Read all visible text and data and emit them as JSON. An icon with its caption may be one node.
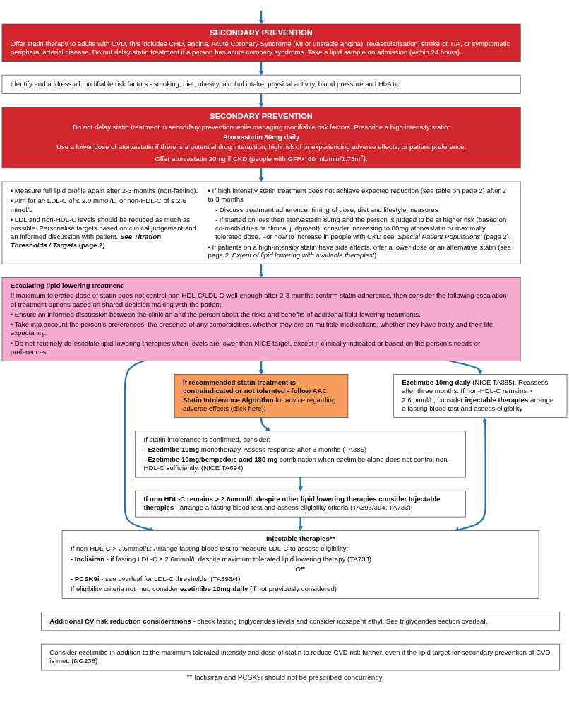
{
  "diagram": {
    "nodes": [
      {
        "text": [
          "SECONDARY PREVENTION",
          "Offer statin therapy to adults with CVD, this includes CHD, angina, Acute Coronary Syndrome (MI or unstable angina), revascularisation, stroke or TIA, or symptomatic peripheral arterial disease. Do not delay statin treatment if a person has acute coronary syndrome. Take a lipid sample on admission (within 24 hours)."
        ]
      },
      {
        "text": [
          "Identify and address all modifiable risk factors - smoking, diet, obesity, alcohol intake, physical activity, blood pressure and HbA1c."
        ]
      },
      {
        "text": [
          "SECONDARY PREVENTION",
          "Do not delay statin treatment in secondary prevention while managing modifiable risk factors. Prescribe a high intensity statin:",
          "Atorvastatin 80mg daily",
          "Use a lower dose of atorvastatin if there is a potential drug interaction, high risk of or experiencing adverse effects, or patient preference.",
          "Offer atorvastatin 20mg if CKD (people with GFR< 60 mL/min/1.73m$^{2}$)."
        ]
      },
      {
        "text": [
          "• Measure full lipid profile again after 2-3 months (non-fasting).",
          "• Aim for an LDL-C of ≤ 2.0 mmol/L, or non-HDL-C of ≤ 2.6 mmol/L",
          "• LDL and non-HDL-C levels should be reduced as much as possible. Personalise targets based on clinical judgement and an informed discussion with patient. ***See Titration Thresholds / Targets* (page 2)**",
          "• If high intensity statin treatment does not achieve expected reduction (see table on page 2) after 2 to 3 months",
          "- Discuss treatment adherence, timing of dose, diet and lifestyle measures",
          "- If started on less than atorvastatin 80mg and the person is judged to be at higher risk (based on co-morbidities or clinical judgment), consider increasing to 80mg atorvastatin or maximally tolerated dose. For how to increase in people with CKD see *‘Special Patient Populations’* (page 2).",
          "• If patients on a high-intensity statin have side effects, offer a lower dose or an alternative statin (see page 2 *‘Extent of lipid lowering with available therapies’*)"
        ]
      },
      {
        "text": [
          "Escalating lipid lowering treatment",
          "If maximum tolerated dose of statin does not control non-HDL-C/LDL-C well enough after 2-3 months confirm statin adherence, then consider the following escalation of treatment options based on shared decision making with the patient.",
          "• Ensure an informed discussion between the clinician and the person about the risks and benefits of additional lipid-lowering treatments.",
          "• Take into account the person’s preferences, the presence of any comorbidities, whether they are on multiple medications, whether they have frailty and their life expectancy.",
          "• Do not routinely de-escalate lipid lowering therapies when levels are lower than NICE target, except if clinically indicated or based on the person’s needs or preferences"
        ]
      },
      {
        "text": [
          "**If recommended statin treatment is contraindicated or not tolerated - follow AAC Statin Intolerance Algorithm** for advice regarding adverse effects (click here)."
        ]
      },
      {
        "text": [
          "**Ezetimibe 10mg daily** (NICE TA385). Reassess after three months. If non-HDL-C remains > 2.6mmol/L; consider **injectable therapies** arrange a fasting blood test and assess eligibility"
        ]
      },
      {
        "text": [
          "Injectable therapies**",
          "If non-HDL-C > 2.6mmol/L; Arrange fasting blood test to measure LDL-C to assess eligibility:",
          "**- Inclisiran** - if fasting LDL-C ≥ 2.6mmol/L despite maximum tolerated lipid lowering therapy (TA733)",
          "OR",
          "**- PCSK9i** - see overleaf for LDL-C thresholds. (TA393/4)",
          "If eligibility criteria not met, consider **ezetimibe 10mg daily** (if not previously considered)"
        ]
      },
      {
        "text": [
          "If statin intolerance is confirmed, consider:",
          "**- Ezetimibe 10mg** monotherapy. Assess response after 3 months (TA385)",
          "**- Ezetimibe 10mg/bempedoic acid 180 mg** combination when ezetimibe alone does not control non-HDL-C sufficiently. (NICE TA694)"
        ]
      },
      {
        "text": [
          "**If non HDL-C remains > 2.6mmol/L despite other lipid lowering therapies consider Injectable therapies** - arrange a fasting blood test and assess eligibility criteria (TA393/394, TA733)"
        ]
      },
      {
        "text": [
          "**Additional CV risk reduction considerations** - check fasting triglycerides levels and consider icosapent ethyl. See triglycerides section overleaf."
        ]
      },
      {
        "text": [
          "Consider ezetimibe in addition to the maximum tolerated intensity and dose of statin to reduce CVD risk further, even if the lipid target for secondary prevention of CVD is met. (NG238)"
        ]
      }
    ],
    "edges": [
      {
        "from": null,
        "to": 0,
        "arrow": "to"
      },
      {
        "from": 0,
        "to": 1,
        "arrow": "to"
      },
      {
        "from": 1,
        "to": 2,
        "arrow": "to"
      },
      {
        "from": 2,
        "to": 3,
        "arrow": "to"
      },
      {
        "from": 3,
        "to": 4,
        "arrow": "to"
      },
      {
        "from": 4,
        "to": 5,
        "arrow": "to"
      },
      {
        "from": 4,
        "to": 6,
        "arrow": "to"
      },
      {
        "from": 4,
        "to": 7,
        "arrow": "to"
      },
      {
        "from": 5,
        "to": 8,
        "arrow": "to"
      },
      {
        "from": 8,
        "to": 9,
        "arrow": "to"
      },
      {
        "from": 9,
        "to": 7,
        "arrow": "to"
      },
      {
        "from": 6,
        "to": 7,
        "arrow": "both"
      }
    ],
    "labels": [
      "** Inclisiran and PCSK9i should not be prescribed concurrently"
    ]
  }
}
